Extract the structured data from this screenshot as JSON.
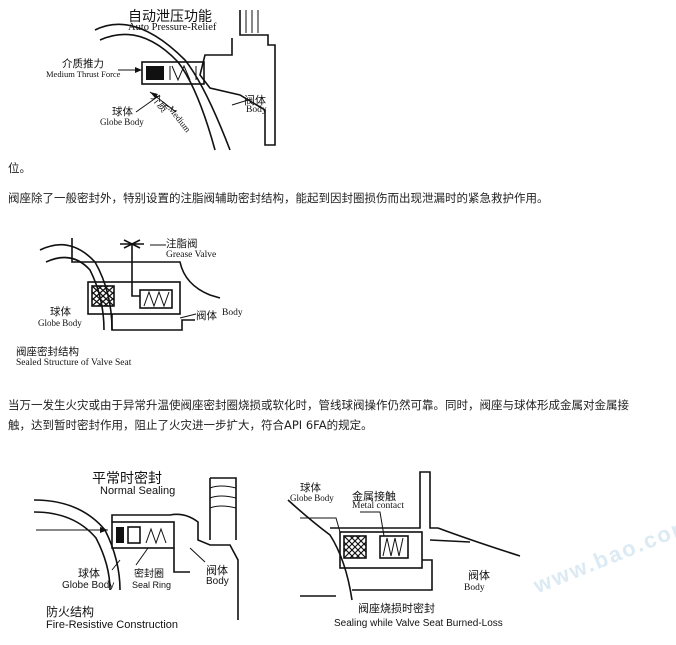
{
  "figure1": {
    "title_cn": "自动泄压功能",
    "title_en": "Auto Pressure-Relief",
    "thrust_cn": "介质推力",
    "thrust_en": "Medium Thrust Force",
    "globe_cn": "球体",
    "globe_en": "Globe Body",
    "medium_cn": "介质",
    "medium_en": "Medium",
    "body_cn": "阀体",
    "body_en": "Body"
  },
  "text1": "位。",
  "text2": "阀座除了一般密封外，特别设置的注脂阀辅助密封结构，能起到因封圈损伤而出现泄漏时的紧急救护作用。",
  "figure2": {
    "grease_cn": "注脂阀",
    "grease_en": "Grease Valve",
    "globe_cn": "球体",
    "globe_en": "Globe Body",
    "body_cn": "阀体",
    "body_en": "Body",
    "caption_cn": "阀座密封结构",
    "caption_en": "Sealed Structure of Valve Seat"
  },
  "text3_line1": "当万一发生火灾或由于异常升温使阀座密封圈烧损或软化时，管线球阀操作仍然可靠。同时，阀座与球体形成金属对金属接",
  "text3_line2": "触，达到暂时密封作用，阻止了火灾进一步扩大，符合API 6FA的规定。",
  "figure3": {
    "normal_cn": "平常时密封",
    "normal_en": "Normal Sealing",
    "globe_cn": "球体",
    "globe_en": "Globe Body",
    "ring_cn": "密封圈",
    "ring_en": "Seal Ring",
    "body_cn": "阀体",
    "body_en": "Body",
    "fire_cn": "防火结构",
    "fire_en": "Fire-Resistive Construction"
  },
  "figure4": {
    "globe_cn": "球体",
    "globe_en": "Globe Body",
    "metal_cn": "金属接触",
    "metal_en": "Metal contact",
    "body_cn": "阀体",
    "body_en": "Body",
    "caption_cn": "阀座烧损时密封",
    "caption_en": "Sealing while Valve Seat Burned-Loss"
  },
  "watermark": "www.bao.com"
}
